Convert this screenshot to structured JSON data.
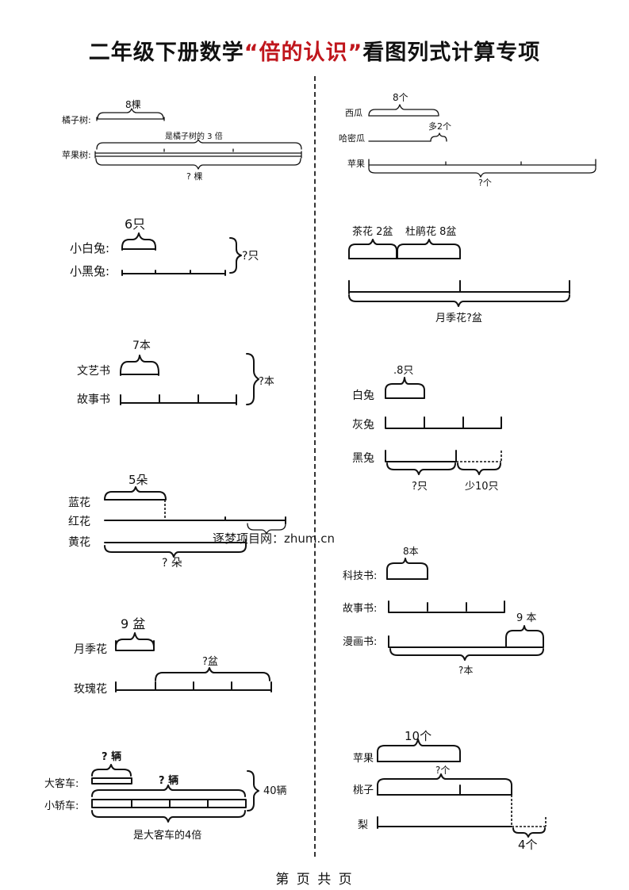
{
  "page": {
    "title_part1": "二年级下册数学",
    "title_part2": "“倍的认识”",
    "title_part3": "看图列式计算专项",
    "footer": "第 页 共 页",
    "watermark": "逐梦项目网：zhum.cn",
    "colors": {
      "title": "#111111",
      "accent": "#c0161c",
      "ink": "#111111"
    }
  },
  "problems": {
    "p1": {
      "row1_label": "橘子树:",
      "row2_label": "苹果树:",
      "top_value": "8棵",
      "relation": "是橘子树的 3 倍",
      "question": "? 棵"
    },
    "p2": {
      "row1_label": "小白兔:",
      "row2_label": "小黑兔:",
      "top_value": "6只",
      "question": "?只"
    },
    "p3": {
      "row1_label": "文艺书",
      "row2_label": "故事书",
      "top_value": "7本",
      "question": "?本"
    },
    "p4": {
      "row1_label": "蓝花",
      "row2_label": "红花",
      "row3_label": "黄花",
      "top_value": "5朵",
      "question": "? 朵"
    },
    "p5": {
      "row1_label": "月季花",
      "row2_label": "玫瑰花",
      "top_value": "9 盆",
      "question": "?盆"
    },
    "p6": {
      "row1_label": "大客车:",
      "row2_label": "小轿车:",
      "top_question": "? 辆",
      "mid_question": "? 辆",
      "total": "40辆",
      "relation": "是大客车的4倍"
    },
    "p7": {
      "row1_label": "西瓜",
      "row2_label": "哈密瓜",
      "row3_label": "苹果",
      "top_value": "8个",
      "more_value": "多2个",
      "question": "?个"
    },
    "p8": {
      "seg1": "茶花 2盆",
      "seg2": "杜鹃花 8盆",
      "question": "月季花?盆"
    },
    "p9": {
      "row1_label": "白兔",
      "row2_label": "灰兔",
      "row3_label": "黑兔",
      "top_value": ".8只",
      "question": "?只",
      "less_value": "少10只"
    },
    "p10": {
      "row1_label": "科技书:",
      "row2_label": "故事书:",
      "row3_label": "漫画书:",
      "top_value": "8本",
      "extra_value": "9 本",
      "question": "?本"
    },
    "p11": {
      "row1_label": "苹果",
      "row2_label": "桃子",
      "row3_label": "梨",
      "top_value": "10个",
      "question": "?个",
      "less_value": "4个"
    }
  }
}
